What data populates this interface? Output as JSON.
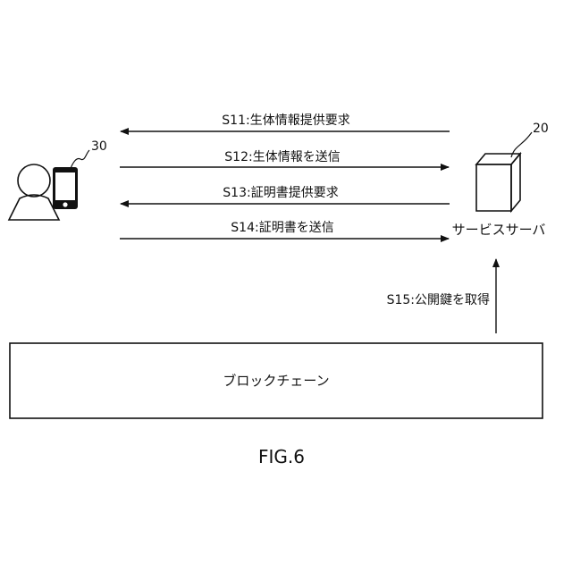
{
  "messages": [
    {
      "step": "S11",
      "label": "S11:生体情報提供要求",
      "direction": "left"
    },
    {
      "step": "S12",
      "label": "S12:生体情報を送信",
      "direction": "right"
    },
    {
      "step": "S13",
      "label": "S13:証明書提供要求",
      "direction": "left"
    },
    {
      "step": "S14",
      "label": "S14:証明書を送信",
      "direction": "right"
    },
    {
      "step": "S15",
      "label": "S15:公開鍵を取得",
      "direction": "up"
    }
  ],
  "user": {
    "ref": "30"
  },
  "server": {
    "ref": "20",
    "label": "サービスサーバ"
  },
  "blockchain": {
    "label": "ブロックチェーン"
  },
  "figure": {
    "caption": "FIG.6"
  }
}
